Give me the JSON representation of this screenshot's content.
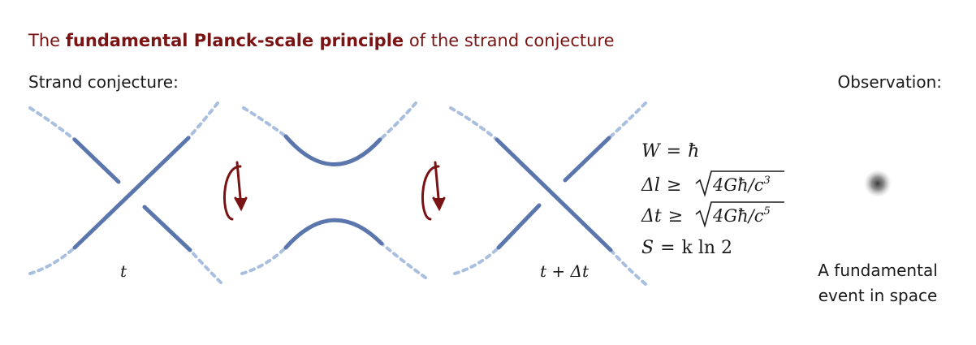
{
  "title": {
    "prefix": "The ",
    "emphasis": "fundamental Planck-scale principle",
    "suffix": " of the strand conjecture",
    "color": "#7a1414"
  },
  "left_heading": "Strand conjecture:",
  "right_heading": "Observation:",
  "time_labels": {
    "start": "t",
    "end": "t + Δt"
  },
  "equations": [
    {
      "lhs": "W",
      "rel": "=",
      "rhs": "ħ"
    },
    {
      "lhs": "Δl",
      "rel": "≥",
      "sqrt_body": "4Għ/c",
      "exp": "3"
    },
    {
      "lhs": "Δt",
      "rel": "≥",
      "sqrt_body": "4Għ/c",
      "exp": "5"
    },
    {
      "lhs": "S",
      "rel": "=",
      "rhs": "k ln 2"
    }
  ],
  "observation_caption": [
    "A fundamental",
    "event in space"
  ],
  "icons": {
    "rotation": "rotation-arrow-icon",
    "event": "blurred-event-dot-icon"
  },
  "colors": {
    "strand": "#5b76ad",
    "strand_dashed": "#a9bfdf",
    "arrow": "#7a1414",
    "text": "#1a1a1a"
  }
}
